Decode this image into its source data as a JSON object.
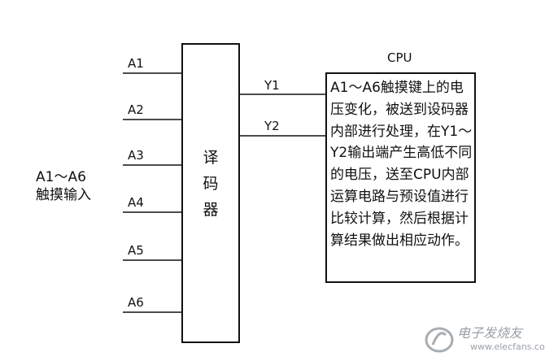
{
  "inputs": [
    "A1",
    "A2",
    "A3",
    "A4",
    "A5",
    "A6"
  ],
  "input_group_label": [
    "A1～A6",
    "触摸输入"
  ],
  "decoder": {
    "label_chars": [
      "译",
      "码",
      "器"
    ]
  },
  "outputs": [
    "Y1",
    "Y2"
  ],
  "cpu": {
    "title": "CPU",
    "description": "A1～A6触摸键上的电压变化，被送到设码器内部进行处理，在Y1～Y2输出端产生高低不同的电压，送至CPU内部运算电路与预设值进行比较计算，然后根据计算结果做出相应动作。"
  },
  "watermark": {
    "name": "电子发烧友",
    "url": "www.elecfans.com"
  }
}
